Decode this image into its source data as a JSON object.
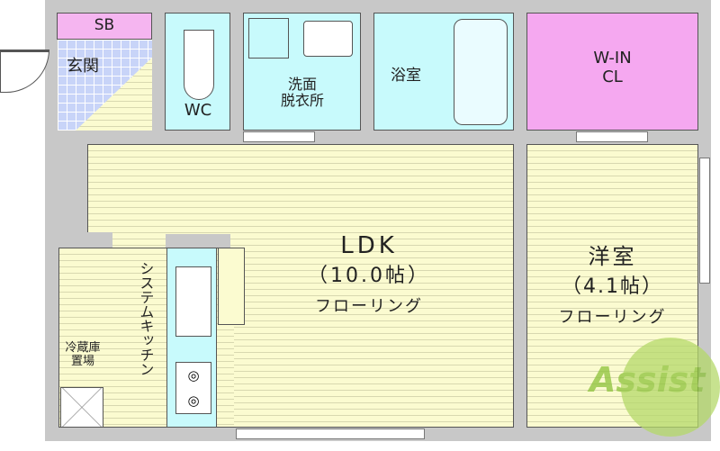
{
  "rooms": {
    "sb": "SB",
    "genkan": "玄関",
    "wc": "WC",
    "senmen": "洗面\n脱衣所",
    "yokushitsu": "浴室",
    "walkin": "W-IN\nCL",
    "ldk": {
      "name": "LDK",
      "size": "（10.0帖）",
      "floor": "フローリング"
    },
    "yoshitsu": {
      "name": "洋室",
      "size": "（4.1帖）",
      "floor": "フローリング"
    },
    "kitchen": "システムキッチン",
    "fridge": "冷蔵庫\n置場"
  },
  "watermark": "Assist",
  "colors": {
    "wall": "#c8c8c8",
    "floor": "#fbfbd0",
    "wet": "#c8fafc",
    "storage": "#f5a8f0",
    "tile": "#c8d4f8",
    "logo": "#9acd32"
  }
}
